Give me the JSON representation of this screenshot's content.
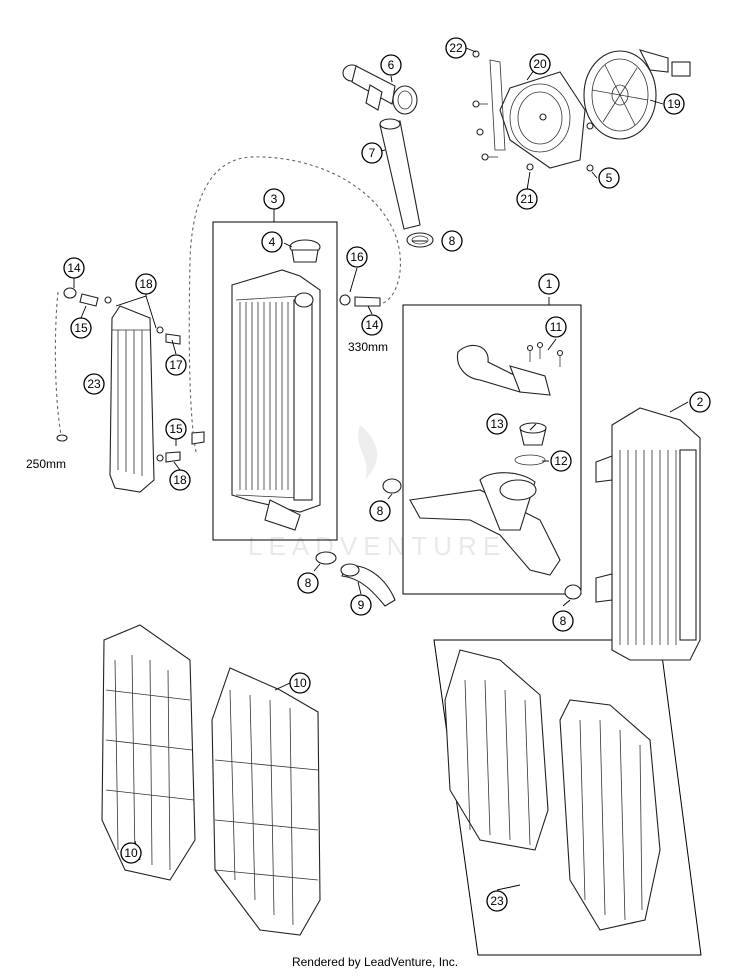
{
  "callouts": {
    "c1": "1",
    "c2": "2",
    "c3": "3",
    "c4": "4",
    "c5": "5",
    "c6": "6",
    "c7": "7",
    "c8a": "8",
    "c8b": "8",
    "c8c": "8",
    "c8d": "8",
    "c9": "9",
    "c10a": "10",
    "c10b": "10",
    "c11": "11",
    "c12": "12",
    "c13": "13",
    "c14a": "14",
    "c14b": "14",
    "c15a": "15",
    "c15b": "15",
    "c16": "16",
    "c17": "17",
    "c18a": "18",
    "c18b": "18",
    "c19": "19",
    "c20": "20",
    "c21": "21",
    "c22": "22",
    "c23a": "23",
    "c23b": "23"
  },
  "measurements": {
    "hose_330": "330mm",
    "hose_250": "250mm"
  },
  "watermark": "LEADVENTURE",
  "footer": "Rendered by LeadVenture, Inc."
}
